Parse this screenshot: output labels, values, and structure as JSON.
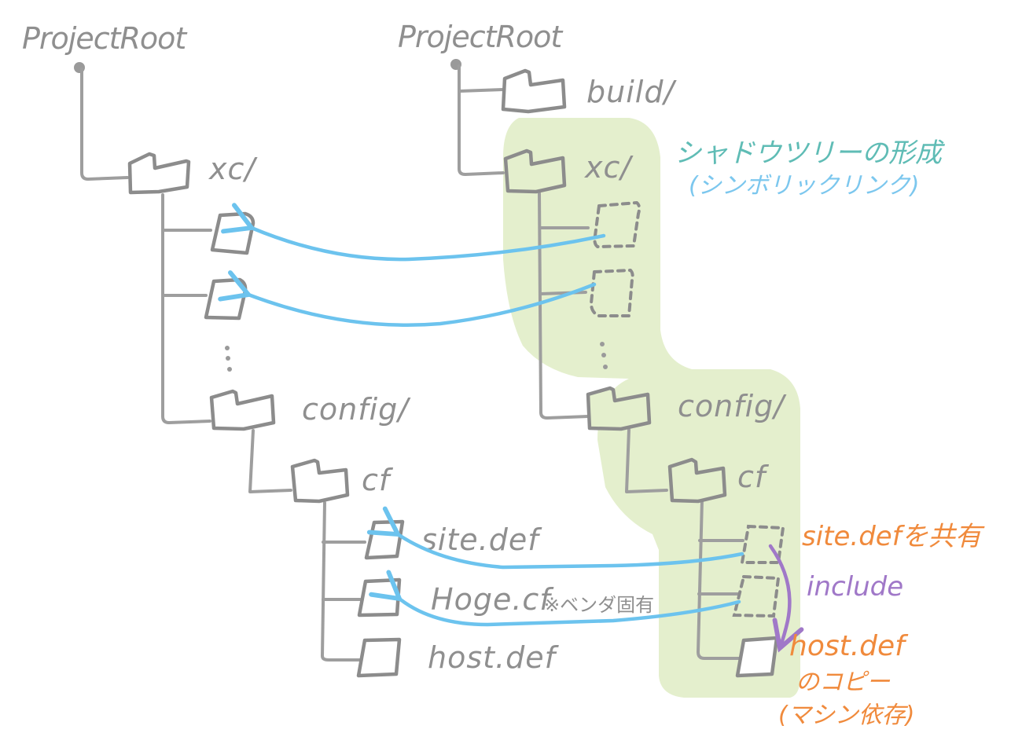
{
  "left_tree": {
    "root": "ProjectRoot",
    "xc": "xc/",
    "config": "config/",
    "cf": "cf",
    "site_def": "site.def",
    "hoge_cf": "Hoge.cf",
    "hoge_note": "※ベンダ固有",
    "host_def": "host.def"
  },
  "right_tree": {
    "root": "ProjectRoot",
    "build": "build/",
    "xc": "xc/",
    "config": "config/",
    "cf": "cf"
  },
  "annotations": {
    "shadow_tree_title": "シャドウツリーの形成",
    "shadow_tree_sub": "(シンボリックリンク)",
    "share_site_def": "site.defを共有",
    "include": "include",
    "host_def_copy_1": "host.def",
    "host_def_copy_2": "のコピー",
    "host_def_copy_3": "(マシン依存)"
  },
  "colors": {
    "tree_gray": "#9e9e9e",
    "shadow_region": "#e4efcd",
    "symlink_blue": "#6cc3ee",
    "title_teal": "#5fbcb5",
    "subtitle_blue": "#7cc7ee",
    "orange": "#f08a3c",
    "include_purple": "#a078c8"
  }
}
